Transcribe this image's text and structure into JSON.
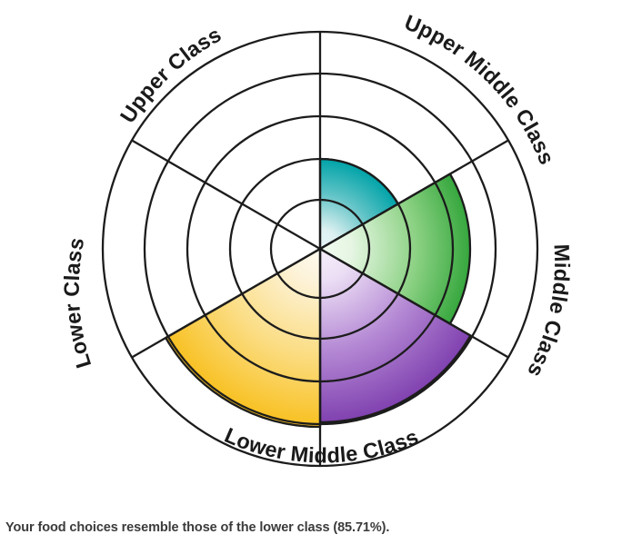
{
  "caption": "Your food choices resemble those of the lower class (85.71%).",
  "chart_data": {
    "type": "radar",
    "title": "",
    "subtitle": "",
    "xlabel": "",
    "ylabel": "",
    "grid": true,
    "legend_position": "none",
    "rings": 5,
    "ring_values": [
      20,
      40,
      60,
      80,
      100
    ],
    "axis_range": [
      0,
      100
    ],
    "categories": [
      "Upper Middle Class",
      "Middle Class",
      "Lower Middle Class",
      "Lower Class",
      "Upper Class",
      ""
    ],
    "values": [
      42.86,
      71.43,
      85.71,
      85.71,
      0,
      0
    ],
    "series": [
      {
        "name": "Your food choices",
        "values": [
          42.86,
          71.43,
          85.71,
          85.71,
          0,
          0
        ]
      }
    ],
    "sectors": [
      {
        "label": "Upper Middle Class",
        "value": 42.86,
        "color": "#00A3A8",
        "color_inner": "#dff2f3",
        "start_angle_deg": -90,
        "end_angle_deg": -30,
        "label_position": "top-right"
      },
      {
        "label": "Middle Class",
        "value": 71.43,
        "color": "#2CA235",
        "color_inner": "#e4f4e2",
        "start_angle_deg": -30,
        "end_angle_deg": 30,
        "label_position": "right"
      },
      {
        "label": "Lower Middle Class",
        "value": 85.71,
        "color": "#7E3EAE",
        "color_inner": "#efe5f6",
        "start_angle_deg": 30,
        "end_angle_deg": 90,
        "label_position": "bottom"
      },
      {
        "label": "Lower Class",
        "value": 85.71,
        "color": "#F8BF1C",
        "color_inner": "#fdf4dd",
        "start_angle_deg": 90,
        "end_angle_deg": 150,
        "label_position": "left"
      },
      {
        "label": "Upper Class",
        "value": 0,
        "color": "#ffffff",
        "color_inner": "#ffffff",
        "start_angle_deg": 150,
        "end_angle_deg": 210,
        "label_position": "top-left"
      },
      {
        "label": "",
        "value": 0,
        "color": "#ffffff",
        "color_inner": "#ffffff",
        "start_angle_deg": 210,
        "end_angle_deg": 270,
        "label_position": "none"
      }
    ],
    "axis_labels": {
      "upper_class": "Upper Class",
      "upper_middle_class": "Upper Middle Class",
      "middle_class": "Middle Class",
      "lower_middle_class": "Lower Middle Class",
      "lower_class": "Lower Class"
    },
    "colors": {
      "teal": "#00A3A8",
      "green": "#2CA235",
      "purple": "#7E3EAE",
      "yellow": "#F8BF1C",
      "grid": "#1c1c1c",
      "text": "#1a1a1a",
      "caption": "#3b3b3b",
      "background": "#ffffff"
    },
    "geometry": {
      "center_x": 352,
      "center_y": 274,
      "outer_radius": 239,
      "ring_radii": [
        54,
        99,
        146,
        193,
        239
      ]
    }
  }
}
